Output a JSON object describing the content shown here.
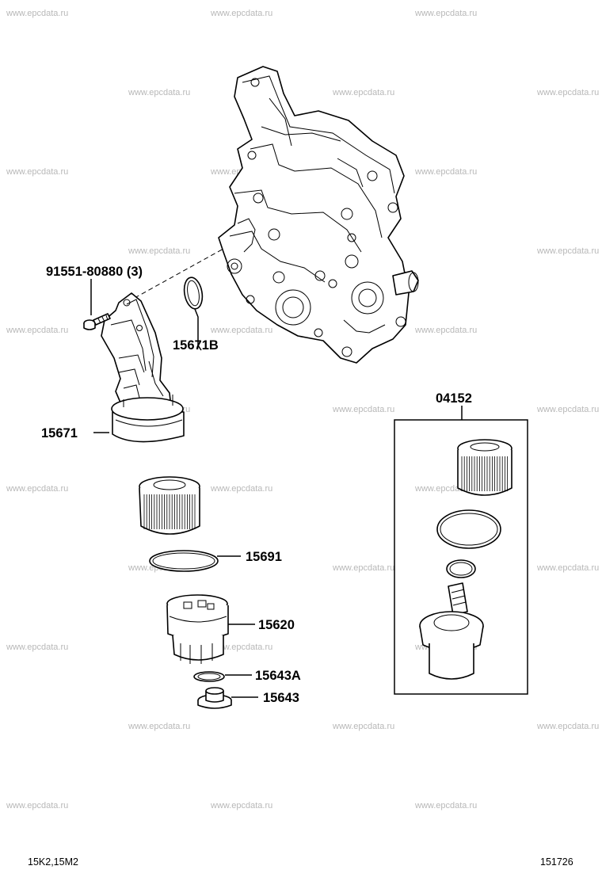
{
  "watermark": "www.epcdata.ru",
  "callouts": {
    "bolt": "91551-80880 (3)",
    "gasket_housing": "15671B",
    "housing": "15671",
    "kit": "04152",
    "element_oring": "15691",
    "cap": "15620",
    "plug_gasket": "15643A",
    "plug": "15643"
  },
  "footer": {
    "engine_codes": "15K2,15M2",
    "illustration_number": "151726"
  }
}
